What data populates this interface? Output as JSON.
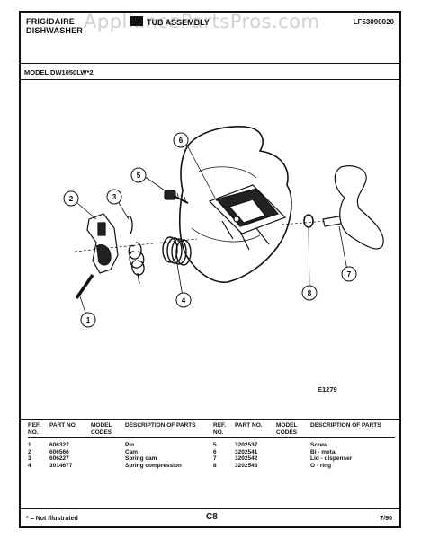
{
  "header": {
    "brand": "FRIGIDAIRE",
    "product": "DISHWASHER",
    "title": "TUB ASSEMBLY",
    "doc_code": "LF53090020",
    "watermark": "AppliancePartsPros.com"
  },
  "model": "MODEL DW1050LW*2",
  "figure_code": "E1279",
  "callouts": [
    "1",
    "2",
    "3",
    "4",
    "5",
    "6",
    "7",
    "8"
  ],
  "columns": {
    "ref": "REF. NO.",
    "part": "PART NO.",
    "model_codes": "MODEL CODES",
    "desc": "DESCRIPTION OF PARTS"
  },
  "parts_left": [
    {
      "ref": "1",
      "part": "606327",
      "codes": "",
      "desc": "Pin"
    },
    {
      "ref": "2",
      "part": "606566",
      "codes": "",
      "desc": "Cam"
    },
    {
      "ref": "3",
      "part": "606227",
      "codes": "",
      "desc": "Spring cam"
    },
    {
      "ref": "4",
      "part": "3014677",
      "codes": "",
      "desc": "Spring compression"
    }
  ],
  "parts_right": [
    {
      "ref": "5",
      "part": "3202537",
      "codes": "",
      "desc": "Screw"
    },
    {
      "ref": "6",
      "part": "3202541",
      "codes": "",
      "desc": "Bi - metal"
    },
    {
      "ref": "7",
      "part": "3202542",
      "codes": "",
      "desc": "Lid - dispenser"
    },
    {
      "ref": "8",
      "part": "3202543",
      "codes": "",
      "desc": "O - ring"
    }
  ],
  "footer": {
    "note": "* = Not Illustrated",
    "center": "C8",
    "date": "7/90"
  }
}
